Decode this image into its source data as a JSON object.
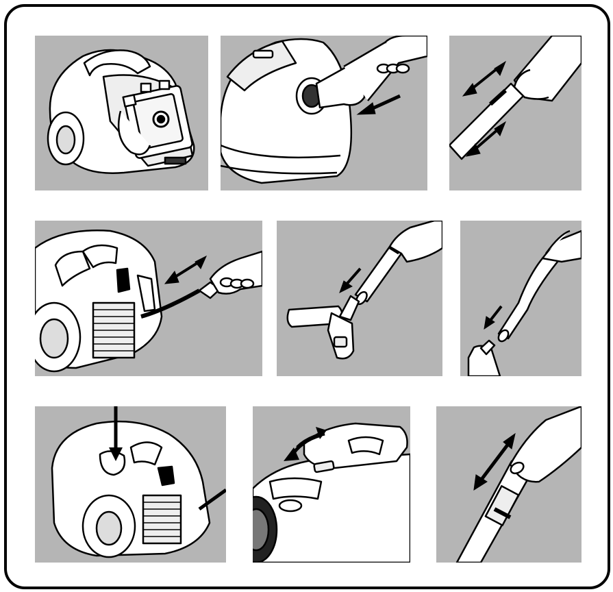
{
  "figure": {
    "kind": "illustrated step diagram",
    "panel_background": "#b5b5b5",
    "line_color": "#000000",
    "fill_color": "#ffffff",
    "panels": [
      {
        "id": "open-bag-compartment",
        "icon": "vacuum-bag-compartment-icon"
      },
      {
        "id": "insert-hose",
        "icon": "hose-insert-icon"
      },
      {
        "id": "adjust-telescopic-tube",
        "icon": "telescopic-tube-icon"
      },
      {
        "id": "connect-hose-handle",
        "icon": "hose-handle-connect-icon"
      },
      {
        "id": "attach-floor-nozzle",
        "icon": "floor-nozzle-attach-icon"
      },
      {
        "id": "attach-tube-to-handle",
        "icon": "tube-handle-attach-icon"
      },
      {
        "id": "press-cord-rewind",
        "icon": "cord-rewind-button-icon"
      },
      {
        "id": "adjust-suction-control",
        "icon": "suction-control-icon"
      },
      {
        "id": "open-air-slide",
        "icon": "air-slide-icon"
      }
    ]
  }
}
